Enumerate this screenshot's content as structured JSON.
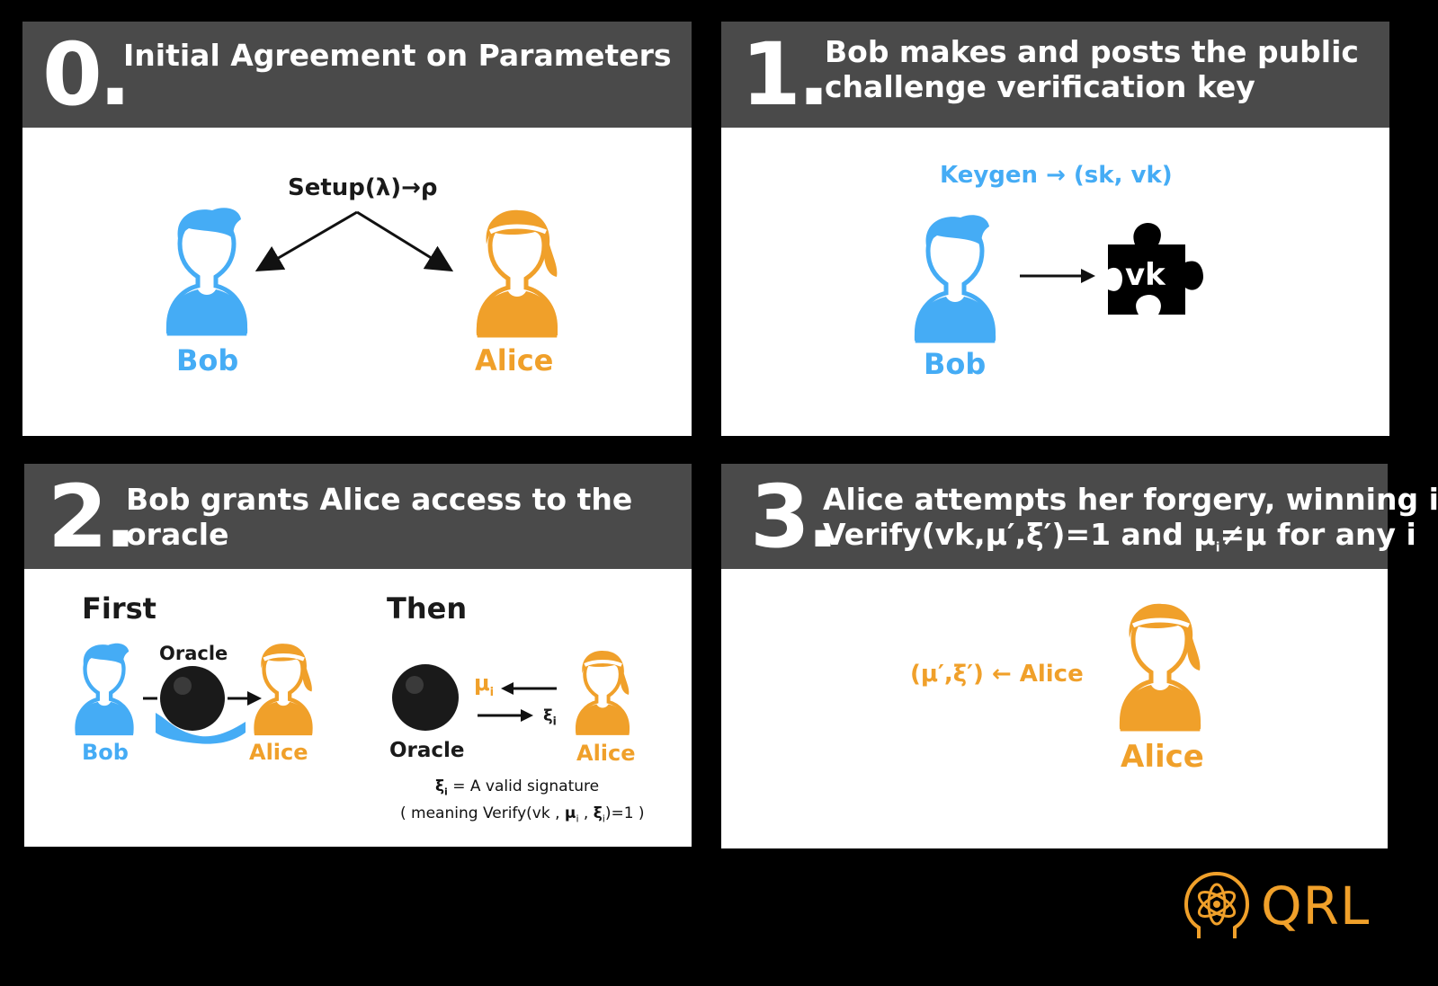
{
  "colors": {
    "bob": "#45acf5",
    "alice": "#f0a02a",
    "header": "#4a4a4a",
    "background": "#000000"
  },
  "panels": [
    {
      "number": "0.",
      "title_lines": [
        "Initial Agreement on Parameters"
      ],
      "setup_label": "Setup(λ)→ρ",
      "bob_label": "Bob",
      "alice_label": "Alice"
    },
    {
      "number": "1.",
      "title_lines": [
        "Bob makes and posts the public",
        "challenge verification key"
      ],
      "keygen_label": "Keygen → (sk, vk)",
      "puzzle_label": "vk",
      "bob_label": "Bob"
    },
    {
      "number": "2.",
      "title_lines": [
        "Bob grants Alice access to the",
        "oracle"
      ],
      "first_label": "First",
      "then_label": "Then",
      "oracle_label": "Oracle",
      "bob_label": "Bob",
      "alice_label": "Alice",
      "alice_label_then": "Alice",
      "oracle_label_then": "Oracle",
      "mu_label": "μ",
      "mu_sub": "i",
      "xi_label": "ξ",
      "xi_sub": "i",
      "note_line1": "= A valid signature",
      "note_line2_parts": [
        "( meaning Verify(vk , ",
        "μ",
        "i",
        " , ",
        "ξ",
        "i",
        ")=1 )"
      ]
    },
    {
      "number": "3.",
      "title_lines": [
        "Alice attempts her forgery, winning if",
        "Verify(vk,μ′,ξ′)=1 and μ",
        "≠μ  for any i"
      ],
      "title_sub": "i",
      "forgery_label": "(μ′,ξ′) ← Alice",
      "alice_label": "Alice"
    }
  ],
  "logo": {
    "text": "QRL",
    "icon": "atom-head-icon"
  }
}
